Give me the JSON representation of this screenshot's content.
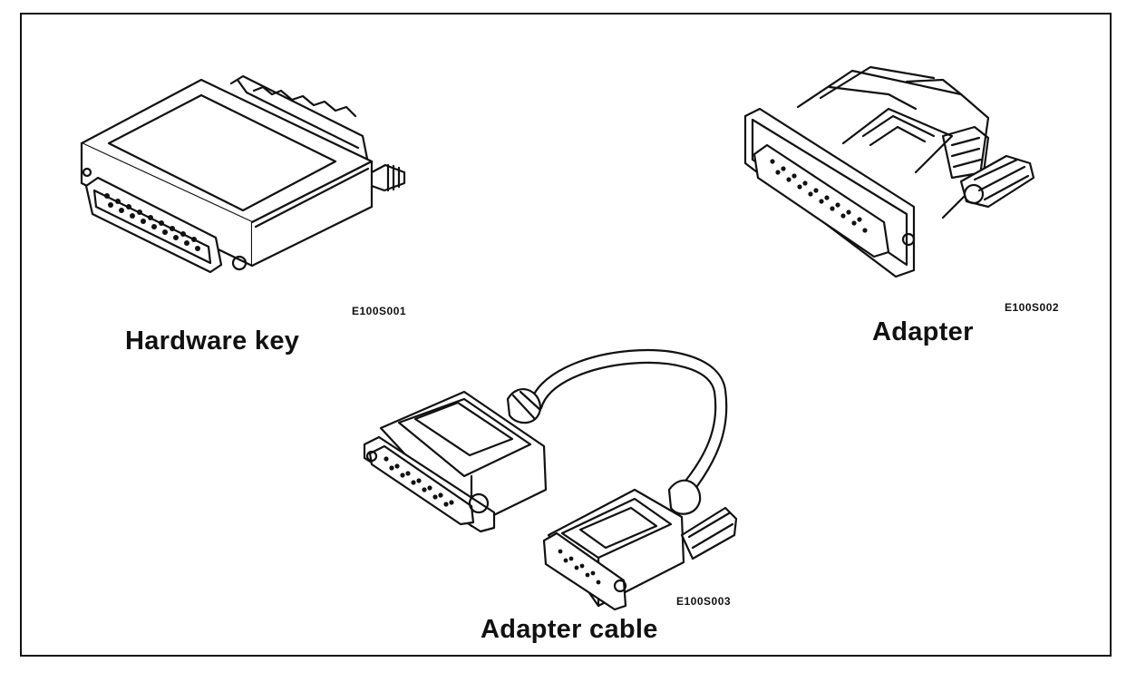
{
  "figures": {
    "hardware_key": {
      "label": "Hardware key",
      "code": "E100S001"
    },
    "adapter": {
      "label": "Adapter",
      "code": "E100S002"
    },
    "adapter_cable": {
      "label": "Adapter cable",
      "code": "E100S003"
    }
  }
}
